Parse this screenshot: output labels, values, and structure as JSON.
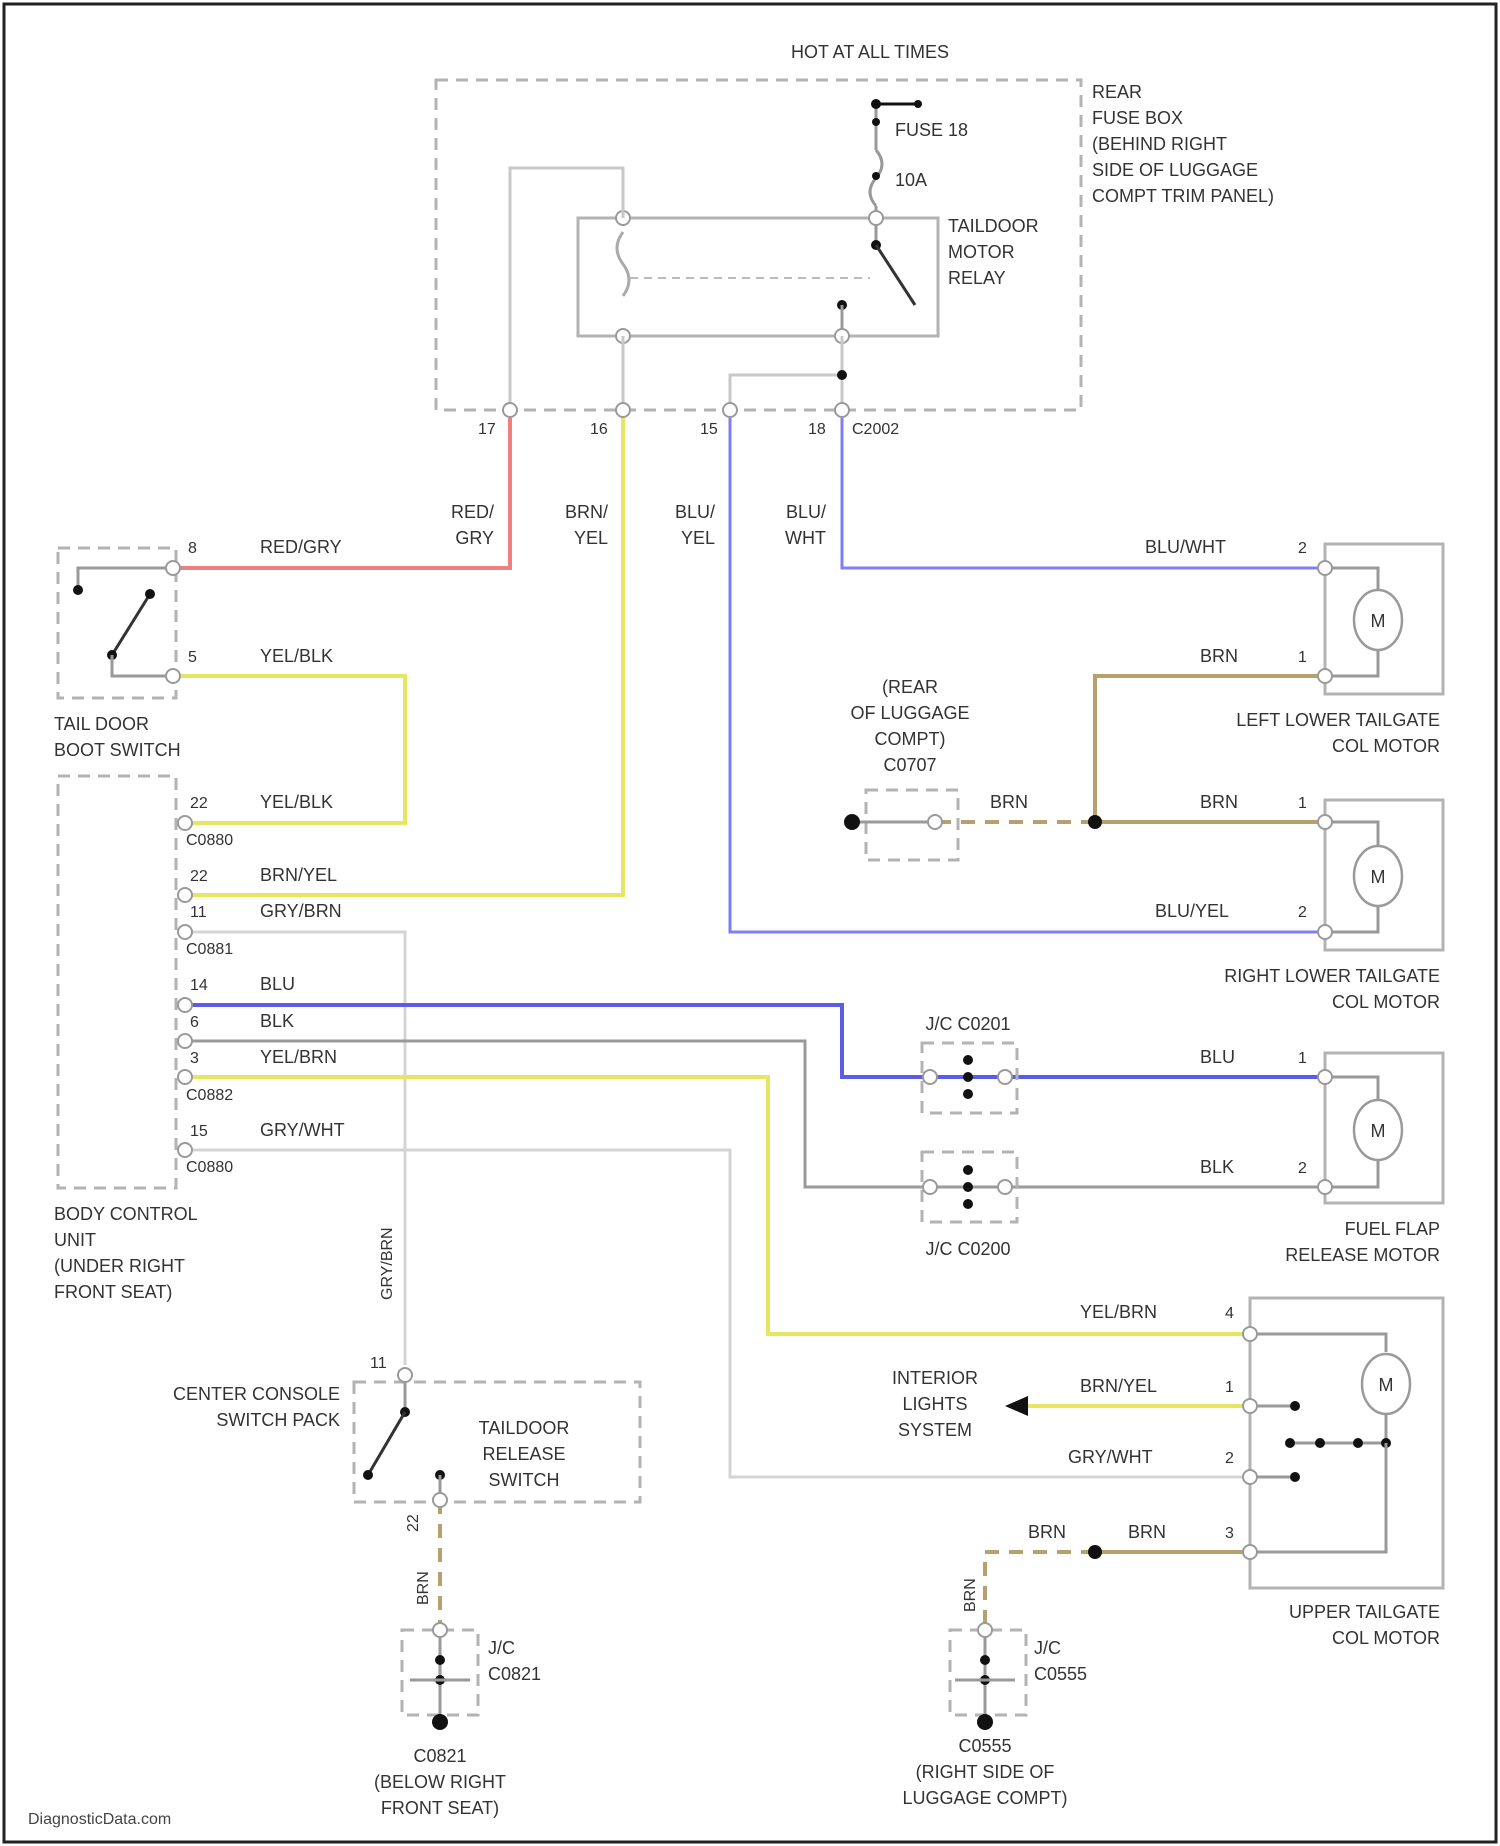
{
  "power": {
    "label": "HOT AT ALL TIMES"
  },
  "fuse_box": {
    "lines": [
      "REAR",
      "FUSE BOX",
      "(BEHIND RIGHT",
      "SIDE OF LUGGAGE",
      "COMPT TRIM PANEL)"
    ],
    "fuse": "FUSE 18",
    "rating": "10A"
  },
  "relay": {
    "lines": [
      "TAILDOOR",
      "MOTOR",
      "RELAY"
    ]
  },
  "connector_pins": [
    "17",
    "16",
    "15",
    "18"
  ],
  "connector_main": "C2002",
  "wires": {
    "red_gry": [
      "RED/",
      "GRY"
    ],
    "brn_yel": [
      "BRN/",
      "YEL"
    ],
    "blu_yel": [
      "BLU/",
      "YEL"
    ],
    "blu_wht": [
      "BLU/",
      "WHT"
    ],
    "red_gry_h": "RED/GRY",
    "yel_blk": "YEL/BLK",
    "blu_wht_h": "BLU/WHT",
    "brn": "BRN",
    "blu_yel_h": "BLU/YEL",
    "brn_yel_h": "BRN/YEL",
    "gry_brn": "GRY/BRN",
    "blu": "BLU",
    "blk": "BLK",
    "yel_brn": "YEL/BRN",
    "gry_wht": "GRY/WHT"
  },
  "tail_switch": {
    "pin_a": "8",
    "pin_b": "5",
    "lines": [
      "TAIL DOOR",
      "BOOT SWITCH"
    ]
  },
  "bcu": {
    "rows": [
      {
        "pin": "22",
        "wire": "YEL/BLK"
      },
      {
        "pin": "",
        "wire": "C0880"
      },
      {
        "pin": "22",
        "wire": "BRN/YEL"
      },
      {
        "pin": "11",
        "wire": "GRY/BRN"
      },
      {
        "pin": "",
        "wire": "C0881"
      },
      {
        "pin": "14",
        "wire": "BLU"
      },
      {
        "pin": "6",
        "wire": "BLK"
      },
      {
        "pin": "3",
        "wire": "YEL/BRN"
      },
      {
        "pin": "",
        "wire": "C0882"
      },
      {
        "pin": "15",
        "wire": "GRY/WHT"
      },
      {
        "pin": "",
        "wire": "C0880"
      }
    ],
    "lines": [
      "BODY CONTROL",
      "UNIT",
      "(UNDER RIGHT",
      "FRONT SEAT)"
    ]
  },
  "left_lower_motor": {
    "pin_a": "2",
    "pin_b": "1",
    "lines": [
      "LEFT LOWER TAILGATE",
      "COL MOTOR"
    ]
  },
  "right_lower_motor": {
    "pin_a": "1",
    "pin_b": "2",
    "lines": [
      "RIGHT LOWER TAILGATE",
      "COL MOTOR"
    ]
  },
  "ground_c0707": {
    "lines": [
      "(REAR",
      "OF LUGGAGE",
      "COMPT)",
      "C0707"
    ]
  },
  "jc_c0201": "J/C C0201",
  "jc_c0200": "J/C C0200",
  "fuel_flap_motor": {
    "pin_a": "1",
    "pin_b": "2",
    "lines": [
      "FUEL FLAP",
      "RELEASE MOTOR"
    ]
  },
  "interior_lights": {
    "lines": [
      "INTERIOR",
      "LIGHTS",
      "SYSTEM"
    ]
  },
  "upper_motor": {
    "pins": [
      "4",
      "1",
      "2",
      "3"
    ],
    "lines": [
      "UPPER TAILGATE",
      "COL MOTOR"
    ]
  },
  "console": {
    "lines": [
      "CENTER CONSOLE",
      "SWITCH PACK"
    ],
    "switch_lines": [
      "TAILDOOR",
      "RELEASE",
      "SWITCH"
    ],
    "pin_top": "11",
    "pin_bottom": "22",
    "vertical_wire": "GRY/BRN"
  },
  "jc_c0821": {
    "label": [
      "J/C",
      "C0821"
    ],
    "ground": [
      "C0821",
      "(BELOW RIGHT",
      "FRONT SEAT)"
    ]
  },
  "jc_c0555": {
    "label": [
      "J/C",
      "C0555"
    ],
    "ground": [
      "C0555",
      "(RIGHT SIDE OF",
      "LUGGAGE COMPT)"
    ]
  },
  "watermark": "DiagnosticData.com",
  "colors": {
    "red": "#f08080",
    "yellow": "#e6e662",
    "blue": "#7f7ff5",
    "blue_dark": "#5c5ce6",
    "brown": "#b8a06e",
    "gray": "#9a9a9a",
    "light_gray": "#d4d4d4",
    "wire_gray": "#c8c8c8"
  }
}
